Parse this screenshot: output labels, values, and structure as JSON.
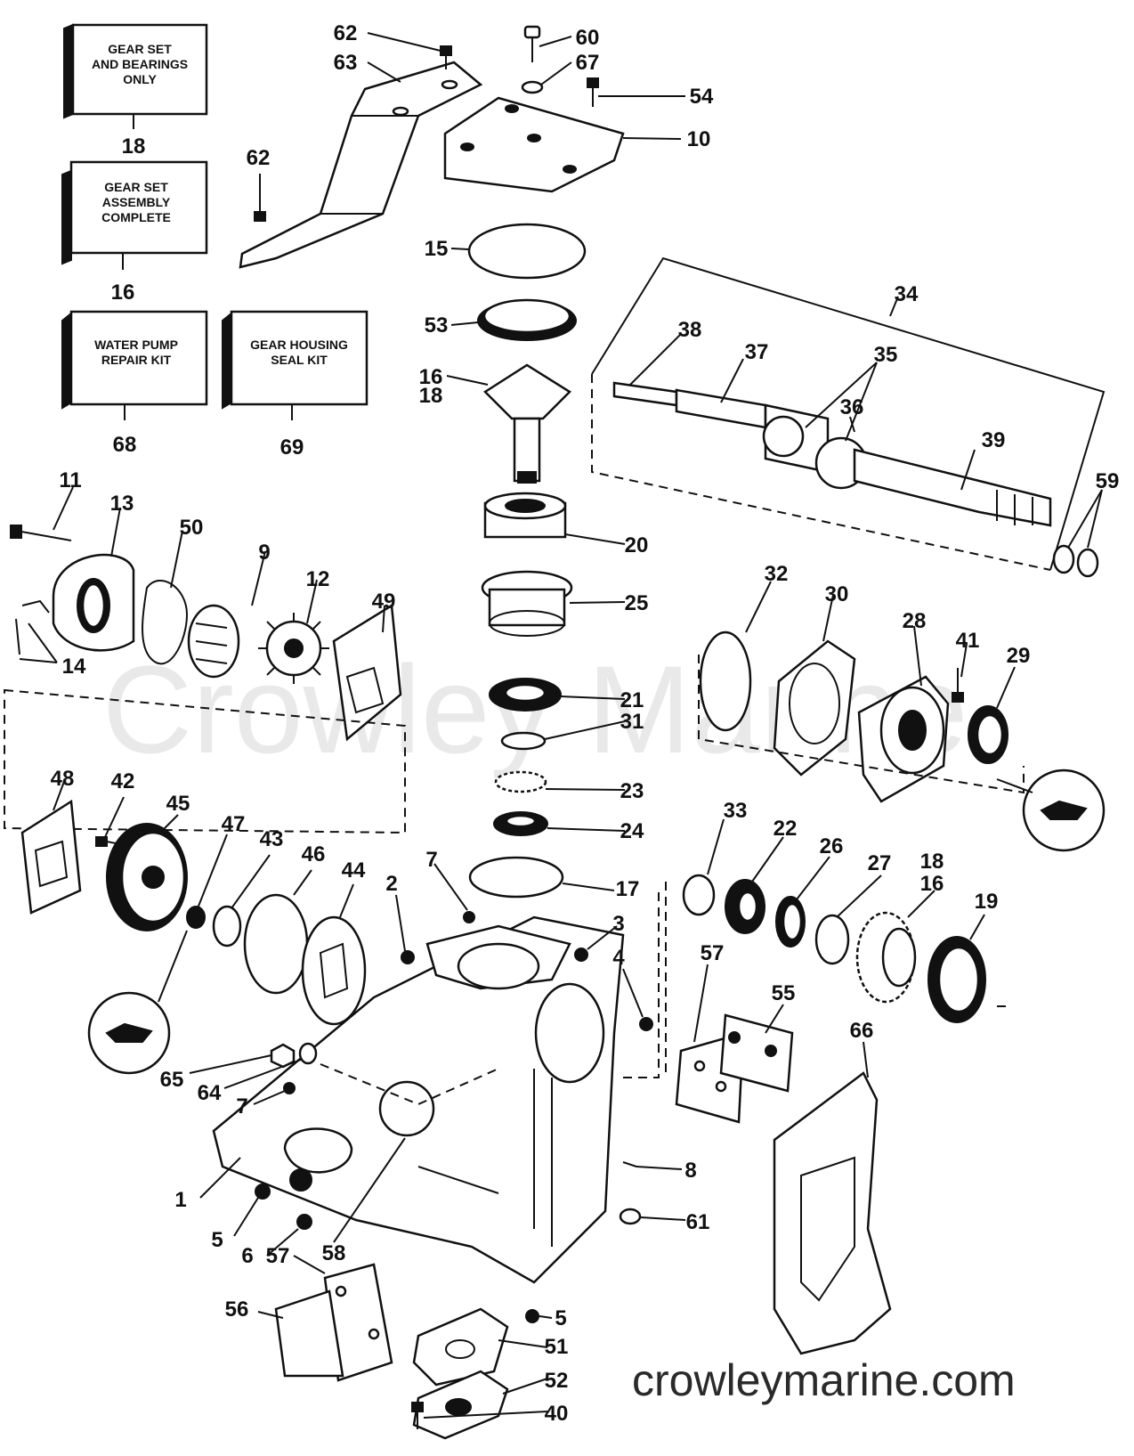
{
  "watermark": "Crowley Marine",
  "website": "crowleymarine.com",
  "kits": [
    {
      "lines": [
        "GEAR SET",
        "AND BEARINGS",
        "ONLY"
      ],
      "ref": "18"
    },
    {
      "lines": [
        "GEAR SET",
        "ASSEMBLY",
        "COMPLETE"
      ],
      "ref": "16"
    },
    {
      "lines": [
        "WATER PUMP",
        "REPAIR KIT"
      ],
      "ref": "68"
    },
    {
      "lines": [
        "GEAR HOUSING",
        "SEAL KIT"
      ],
      "ref": "69"
    }
  ],
  "callouts": [
    "62",
    "63",
    "60",
    "67",
    "54",
    "10",
    "62",
    "15",
    "53",
    "16",
    "18",
    "34",
    "38",
    "37",
    "35",
    "36",
    "39",
    "59",
    "20",
    "25",
    "11",
    "13",
    "50",
    "9",
    "12",
    "49",
    "14",
    "32",
    "30",
    "28",
    "41",
    "29",
    "21",
    "31",
    "23",
    "24",
    "48",
    "42",
    "45",
    "47",
    "43",
    "46",
    "44",
    "7",
    "2",
    "3",
    "4",
    "17",
    "33",
    "22",
    "26",
    "27",
    "18",
    "16",
    "19",
    "57",
    "55",
    "66",
    "65",
    "64",
    "7",
    "8",
    "1",
    "5",
    "6",
    "58",
    "61",
    "57",
    "56",
    "5",
    "51",
    "52",
    "40"
  ]
}
